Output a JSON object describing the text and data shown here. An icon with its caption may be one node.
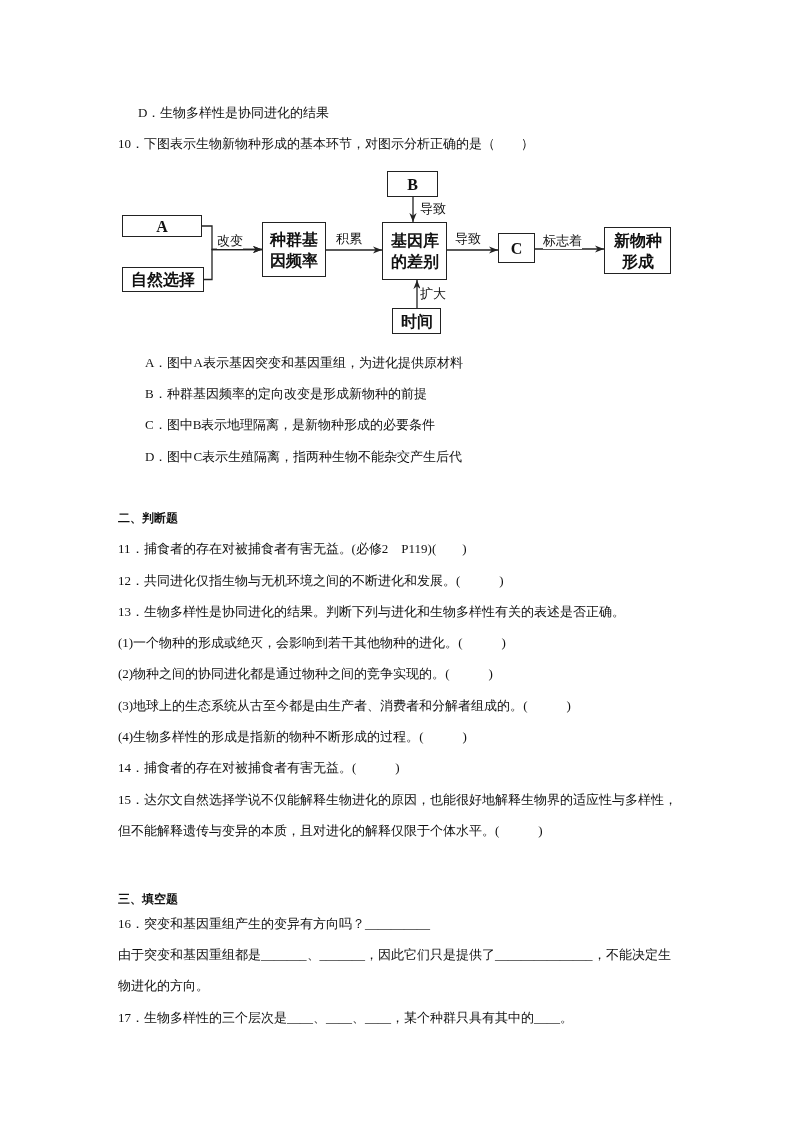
{
  "diagram": {
    "nodes": [
      {
        "text": [
          "A"
        ]
      },
      {
        "text": [
          "自然选择"
        ]
      },
      {
        "text": [
          "种群基因频率"
        ]
      },
      {
        "text": [
          "基因库的差别"
        ]
      },
      {
        "text": [
          "C"
        ]
      },
      {
        "text": [
          "新物种形成"
        ]
      },
      {
        "text": [
          "B"
        ]
      },
      {
        "text": [
          "时间"
        ]
      }
    ],
    "edges": [
      {
        "from": 0,
        "to": 2,
        "arrow": "to",
        "label": "改变"
      },
      {
        "from": 1,
        "to": 2,
        "arrow": "to"
      },
      {
        "from": 2,
        "to": 3,
        "arrow": "to",
        "label": "积累"
      },
      {
        "from": 3,
        "to": 4,
        "arrow": "to",
        "label": "导致"
      },
      {
        "from": 4,
        "to": 5,
        "arrow": "to",
        "label": "标志着"
      },
      {
        "from": 6,
        "to": 3,
        "arrow": "to",
        "label": "导致"
      },
      {
        "from": 7,
        "to": 3,
        "arrow": "to",
        "label": "扩大"
      }
    ],
    "labels": [
      "D．生物多样性是协同进化的结果",
      "10．下图表示生物新物种形成的基本环节，对图示分析正确的是（　　）",
      "A．图中A表示基因突变和基因重组，为进化提供原材料",
      "B．种群基因频率的定向改变是形成新物种的前提",
      "C．图中B表示地理隔离，是新物种形成的必要条件",
      "D．图中C表示生殖隔离，指两种生物不能杂交产生后代",
      "二、判断题",
      "11．捕食者的存在对被捕食者有害无益。(必修2　P119)(　　)",
      "12．共同进化仅指生物与无机环境之间的不断进化和发展。(　　　)",
      "13．生物多样性是协同进化的结果。判断下列与进化和生物多样性有关的表述是否正确。",
      "(1)一个物种的形成或绝灭，会影响到若干其他物种的进化。(　　　)",
      "(2)物种之间的协同进化都是通过物种之间的竞争实现的。(　　　)",
      "(3)地球上的生态系统从古至今都是由生产者、消费者和分解者组成的。(　　　)",
      "(4)生物多样性的形成是指新的物种不断形成的过程。(　　　)",
      "14．捕食者的存在对被捕食者有害无益。(　　　)",
      "15．达尔文自然选择学说不仅能解释生物进化的原因，也能很好地解释生物界的适应性与多样性，但不能解释遗传与变异的本质，且对进化的解释仅限于个体水平。(　　　)",
      "三、填空题",
      "16．突变和基因重组产生的变异有方向吗？__________",
      "由于突变和基因重组都是_______、_______，因此它们只是提供了_______________，不能决定生物进化的方向。",
      "17．生物多样性的三个层次是____、____、____，某个种群只具有其中的____。"
    ]
  }
}
